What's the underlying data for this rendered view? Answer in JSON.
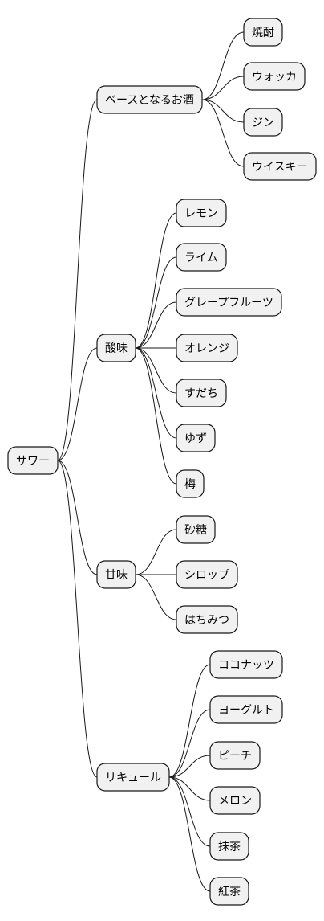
{
  "mindmap": {
    "root": {
      "label": "サワー",
      "children": [
        {
          "label": "ベースとなるお酒",
          "children": [
            {
              "label": "焼酎"
            },
            {
              "label": "ウォッカ"
            },
            {
              "label": "ジン"
            },
            {
              "label": "ウイスキー"
            }
          ]
        },
        {
          "label": "酸味",
          "children": [
            {
              "label": "レモン"
            },
            {
              "label": "ライム"
            },
            {
              "label": "グレープフルーツ"
            },
            {
              "label": "オレンジ"
            },
            {
              "label": "すだち"
            },
            {
              "label": "ゆず"
            },
            {
              "label": "梅"
            }
          ]
        },
        {
          "label": "甘味",
          "children": [
            {
              "label": "砂糖"
            },
            {
              "label": "シロップ"
            },
            {
              "label": "はちみつ"
            }
          ]
        },
        {
          "label": "リキュール",
          "children": [
            {
              "label": "ココナッツ"
            },
            {
              "label": "ヨーグルト"
            },
            {
              "label": "ピーチ"
            },
            {
              "label": "メロン"
            },
            {
              "label": "抹茶"
            },
            {
              "label": "紅茶"
            }
          ]
        }
      ]
    }
  }
}
